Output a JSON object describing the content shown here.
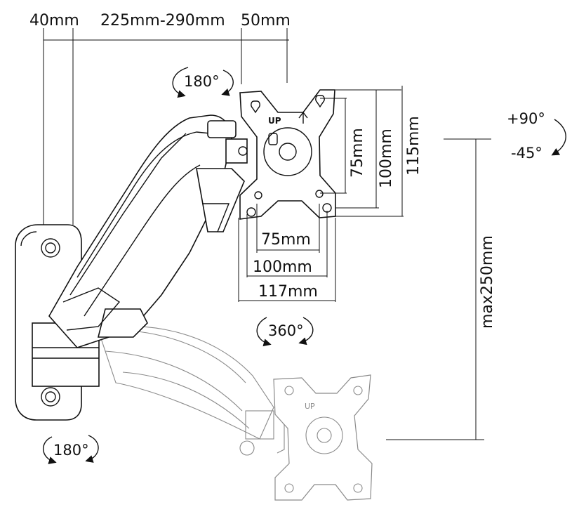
{
  "labels": {
    "top_left_offset": "40mm",
    "arm_reach": "225mm-290mm",
    "plate_offset": "50mm",
    "rotate_top": "180°",
    "rotate_bottom": "180°",
    "rotate_center": "360°",
    "tilt_up": "+90°",
    "tilt_down": "-45°",
    "vesa_h_small": "75mm",
    "vesa_h_medium": "100mm",
    "vesa_h_large": "117mm",
    "vesa_v_small": "75mm",
    "vesa_v_medium": "100mm",
    "vesa_v_large": "115mm",
    "height_travel": "max250mm",
    "plate_up": "UP"
  }
}
